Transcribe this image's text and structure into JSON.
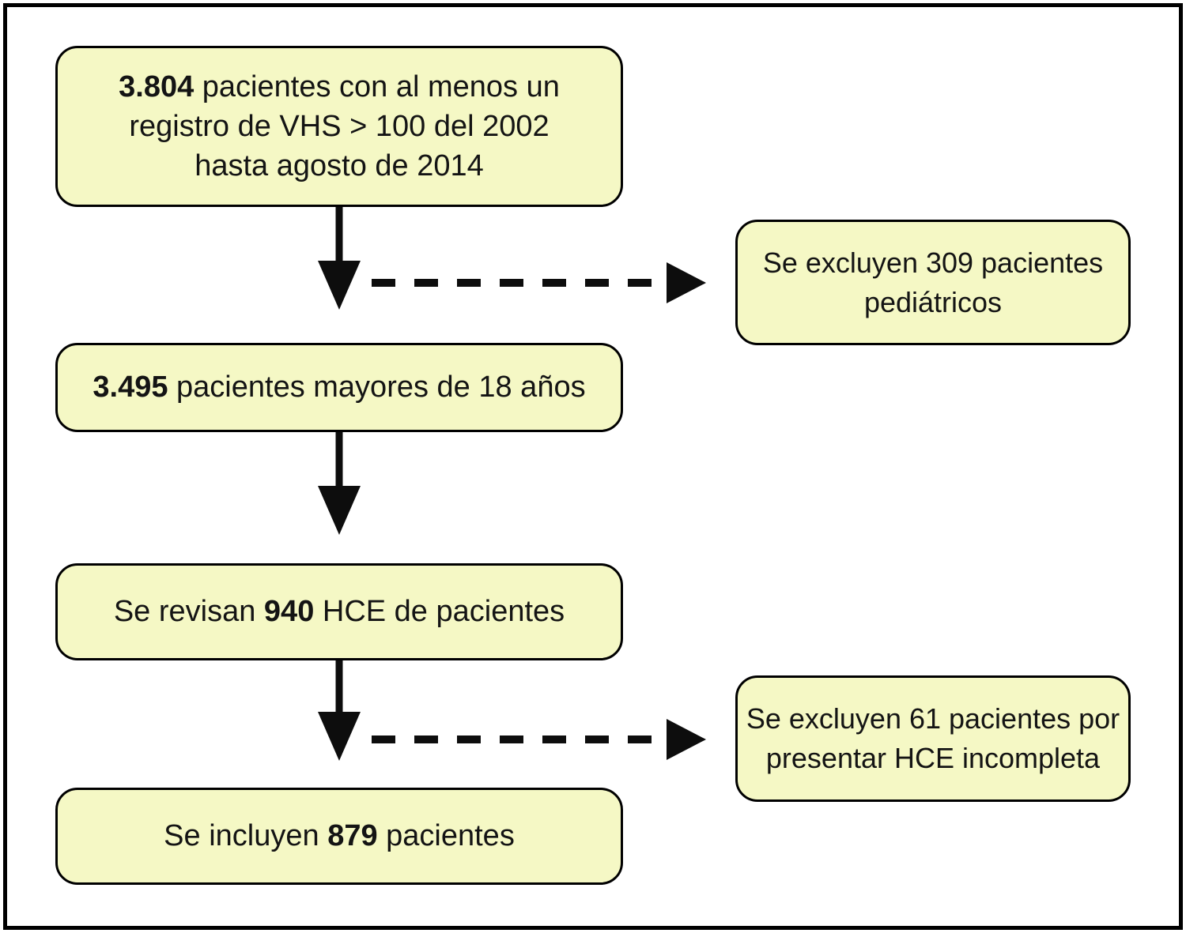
{
  "flowchart": {
    "colors": {
      "box_fill": "#F5F8C5",
      "box_border": "#000000",
      "arrow": "#0d0d0d",
      "frame": "#000000",
      "background": "#ffffff"
    },
    "main_boxes": [
      {
        "prefix": "",
        "bold": "3.804",
        "suffix": " pacientes con al menos un registro de VHS > 100 del 2002 hasta agosto de 2014"
      },
      {
        "prefix": "",
        "bold": "3.495",
        "suffix": " pacientes mayores de 18 años"
      },
      {
        "prefix": "Se revisan ",
        "bold": "940",
        "suffix": " HCE de pacientes"
      },
      {
        "prefix": "Se incluyen ",
        "bold": "879",
        "suffix": " pacientes"
      }
    ],
    "exclusion_boxes": [
      {
        "text": "Se excluyen 309 pacientes pediátricos"
      },
      {
        "text": "Se excluyen 61 pacientes por presentar HCE incompleta"
      }
    ]
  }
}
